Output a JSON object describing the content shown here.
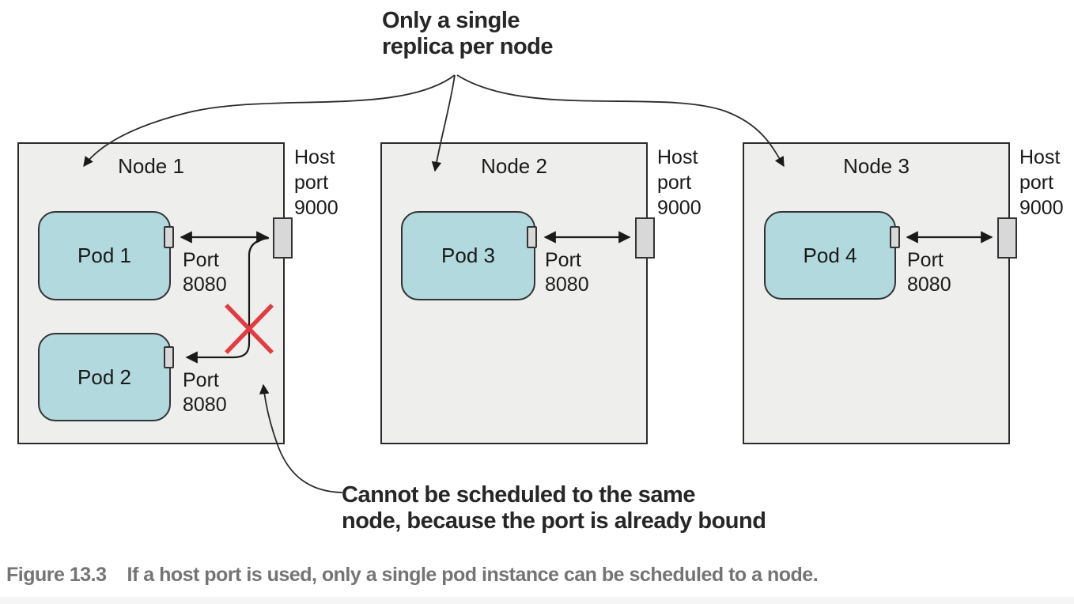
{
  "annotation_top": {
    "text": "Only a single\nreplica per node"
  },
  "annotation_bottom": {
    "text": "Cannot be scheduled to the same\nnode, because the port is already bound"
  },
  "caption": {
    "label": "Figure 13.3",
    "text": "If a host port is used, only a single pod instance can be scheduled to a node."
  },
  "nodes": [
    {
      "title": "Node 1",
      "host_port_label": "Host\nport\n9000",
      "pods": [
        {
          "title": "Pod 1",
          "port_label": "Port\n8080"
        },
        {
          "title": "Pod 2",
          "port_label": "Port\n8080"
        }
      ]
    },
    {
      "title": "Node 2",
      "host_port_label": "Host\nport\n9000",
      "pods": [
        {
          "title": "Pod 3",
          "port_label": "Port\n8080"
        }
      ]
    },
    {
      "title": "Node 3",
      "host_port_label": "Host\nport\n9000",
      "pods": [
        {
          "title": "Pod 4",
          "port_label": "Port\n8080"
        }
      ]
    }
  ],
  "colors": {
    "node_fill": "#eeeeec",
    "pod_fill": "#b2d9de",
    "port_fill": "#d8d8d8",
    "line": "#2b2b2b",
    "error_red": "#e23b40",
    "caption_gray": "#747474"
  }
}
